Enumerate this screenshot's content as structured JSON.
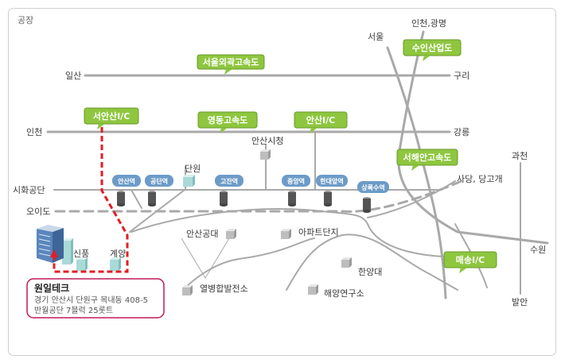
{
  "frame": {
    "title": "공장"
  },
  "colors": {
    "road": "#a9a9a9",
    "badge_fill": "#8ec63f",
    "badge_stroke": "#6a9a2a",
    "station": "#6d9bc8",
    "route": "#e31e24",
    "callout_border": "#c0195a"
  },
  "places": {
    "ilsan": "일산",
    "guri": "구리",
    "incheon": "인천",
    "gangneung": "강릉",
    "siheung": "시화공단",
    "oido": "오이도",
    "seoul": "서울",
    "incheon_gwangmyeong": "인천,광명",
    "gwacheon": "과천",
    "sadang": "사당, 당고개",
    "suwon": "수원",
    "balan": "발안",
    "ansan_cityhall": "안산시청",
    "danwon": "단원",
    "ansan_gongdae": "안산공대",
    "apartment": "아파트단지",
    "hanyangdae": "한양대",
    "power_plant": "열병합발전소",
    "ocean_institute": "해양연구소",
    "sinpung": "신풍",
    "gyeyang": "계양"
  },
  "badges": {
    "seoul_ring": "서울외곽고속도",
    "seoan_ic": "서안산I/C",
    "yeongdong": "영동고속도",
    "ansan_ic": "안산I/C",
    "suin": "수인산업도",
    "seohaean": "서해안고속도",
    "maesong_ic": "매송I/C"
  },
  "stations": {
    "ansan": "안산역",
    "gongdan": "공단역",
    "gojan": "고잔역",
    "jungang": "중앙역",
    "handae": "한대앞역",
    "sangnoksu": "상록수역"
  },
  "company": {
    "name": "원일테크",
    "address_line1": "경기 안산시 단원구 목내동 408-5",
    "address_line2": "반월공단 7블럭 25롯트"
  }
}
